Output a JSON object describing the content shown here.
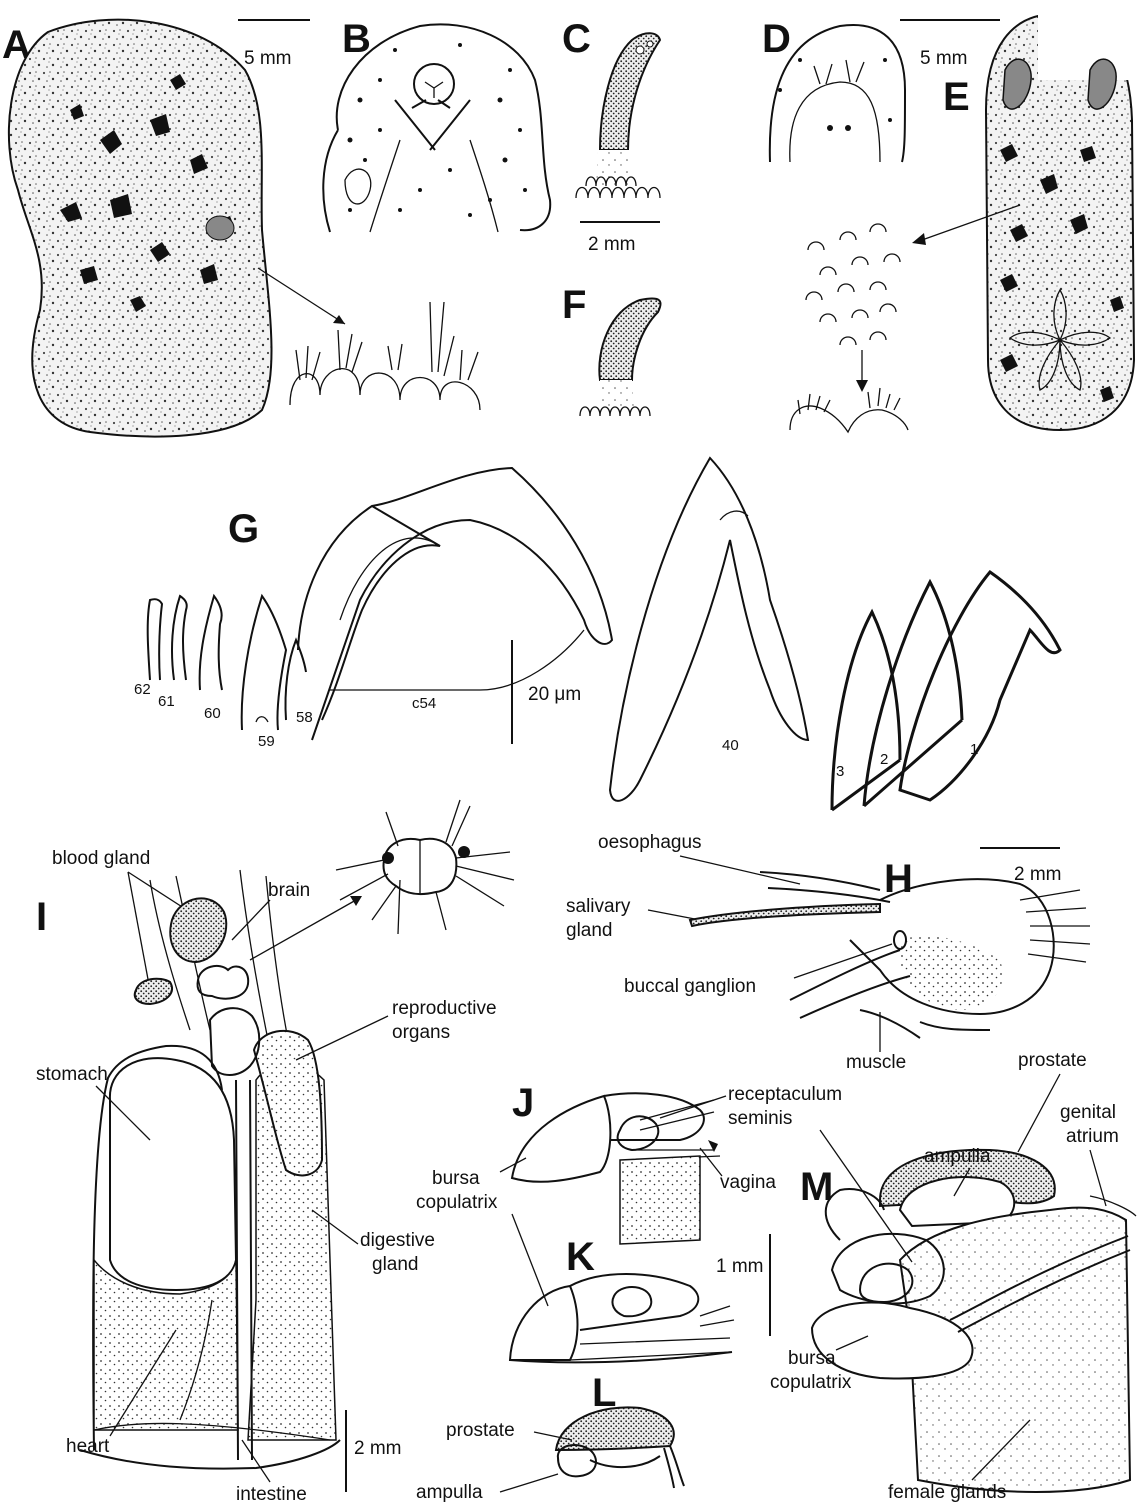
{
  "panels": {
    "A": "A",
    "B": "B",
    "C": "C",
    "D": "D",
    "E": "E",
    "F": "F",
    "G": "G",
    "H": "H",
    "I": "I",
    "J": "J",
    "K": "K",
    "L": "L",
    "M": "M"
  },
  "scale_bars": {
    "a": "5 mm",
    "e": "5 mm",
    "c": "2 mm",
    "g": "20 μm",
    "h": "2 mm",
    "i": "2 mm",
    "jkm": "1 mm"
  },
  "radula_tooth_numbers": {
    "t62": "62",
    "t61": "61",
    "t60": "60",
    "t59": "59",
    "t58": "58",
    "c54": "c54",
    "t40": "40",
    "t3": "3",
    "t2": "2",
    "t1": "1"
  },
  "labels_I": {
    "blood_gland": "blood gland",
    "brain": "brain",
    "reproductive_organs_1": "reproductive",
    "reproductive_organs_2": "organs",
    "stomach": "stomach",
    "digestive_gland_1": "digestive",
    "digestive_gland_2": "gland",
    "heart": "heart",
    "intestine": "intestine"
  },
  "labels_H": {
    "oesophagus": "oesophagus",
    "salivary_gland_1": "salivary",
    "salivary_gland_2": "gland",
    "buccal_ganglion": "buccal ganglion",
    "muscle": "muscle"
  },
  "labels_JKLM": {
    "receptaculum_1": "receptaculum",
    "receptaculum_2": "seminis",
    "bursa_copulatrix_1": "bursa",
    "bursa_copulatrix_2": "copulatrix",
    "vagina": "vagina",
    "prostate_L": "prostate",
    "ampulla_L": "ampulla",
    "prostate_M": "prostate",
    "ampulla_M": "ampulla",
    "genital_atrium_1": "genital",
    "genital_atrium_2": "atrium",
    "bursa_M_1": "bursa",
    "bursa_M_2": "copulatrix",
    "female_glands": "female glands"
  }
}
